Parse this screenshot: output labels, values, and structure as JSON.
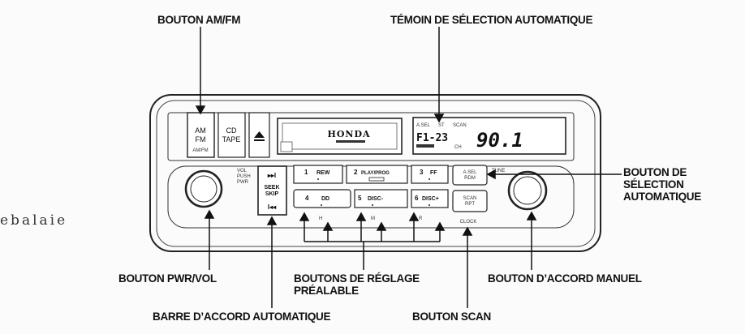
{
  "labels": {
    "am_fm_button": "BOUTON AM/FM",
    "auto_select_indicator": "TÉMOIN DE SÉLECTION AUTOMATIQUE",
    "auto_select_button": [
      "BOUTON DE",
      "SÉLECTION",
      "AUTOMATIQUE"
    ],
    "pwr_vol_button": "BOUTON PWR/VOL",
    "preset_buttons": [
      "BOUTONS DE RÉGLAGE",
      "PRÉALABLE"
    ],
    "manual_tune_button": "BOUTON D’ACCORD MANUEL",
    "auto_tune_bar": "BARRE D’ACCORD AUTOMATIQUE",
    "scan_button": "BOUTON SCAN"
  },
  "side_fragment": "ebalaie",
  "radio": {
    "am_fm": [
      "AM",
      "FM"
    ],
    "am_fm_sub": "AM/FM",
    "cd_tape": [
      "CD",
      "TAPE"
    ],
    "eject": "⏏",
    "brand": "HONDA",
    "display": {
      "indicators": [
        "A.SEL",
        "ST",
        "SCAN"
      ],
      "preset": "F1-23",
      "ch": "CH",
      "frequency": "90.1"
    },
    "vol": [
      "VOL",
      "PUSH",
      "PWR"
    ],
    "seek": [
      "SEEK",
      "SKIP"
    ],
    "seek_up": "▸▸I",
    "seek_down": "I◂◂",
    "presets_top": [
      {
        "num": "1",
        "label": "REW"
      },
      {
        "num": "2",
        "label": "PLAY/PROG"
      },
      {
        "num": "3",
        "label": "FF"
      }
    ],
    "presets_bottom": [
      {
        "num": "4",
        "label": "DD"
      },
      {
        "num": "5",
        "label": "DISC-"
      },
      {
        "num": "6",
        "label": "DISC+"
      }
    ],
    "preset_sub_labels": [
      "H",
      "M",
      "R"
    ],
    "asel": [
      "A.SEL",
      "RDM"
    ],
    "scan": [
      "SCAN",
      "RPT"
    ],
    "clock": "CLOCK",
    "tune": "TUNE"
  }
}
